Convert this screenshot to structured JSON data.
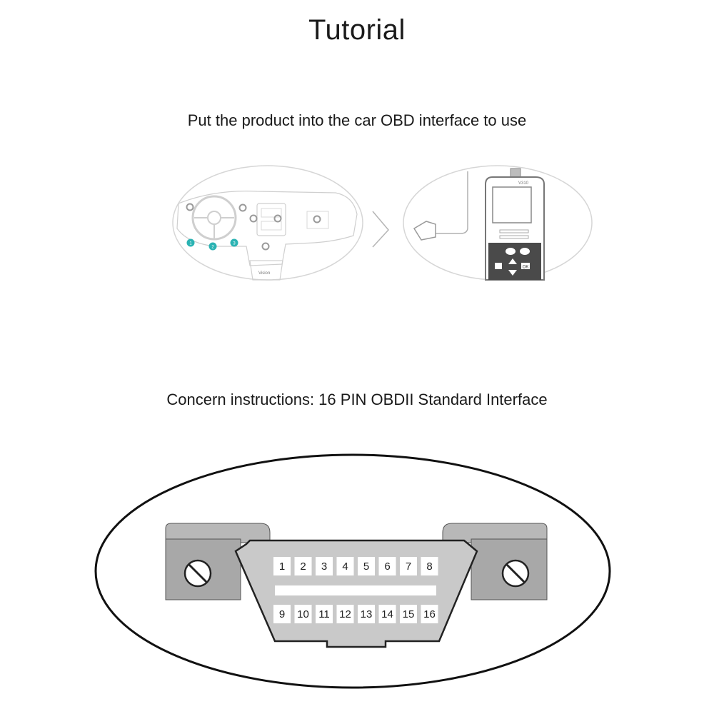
{
  "title": "Tutorial",
  "step_text": "Put the product into the car OBD interface to use",
  "concern_text": "Concern instructions: 16 PIN OBDII Standard Interface",
  "dashboard_markers": {
    "numbered": [
      "1",
      "2",
      "3"
    ],
    "accent_color": "#2bb3b3"
  },
  "dashboard_caption": "Vision",
  "device_label": "V310",
  "device_ok_label": "OK",
  "connector": {
    "top_row": [
      "1",
      "2",
      "3",
      "4",
      "5",
      "6",
      "7",
      "8"
    ],
    "bottom_row": [
      "9",
      "10",
      "11",
      "12",
      "13",
      "14",
      "15",
      "16"
    ],
    "body_color": "#c9c9c9",
    "flange_color": "#a8a8a8"
  }
}
